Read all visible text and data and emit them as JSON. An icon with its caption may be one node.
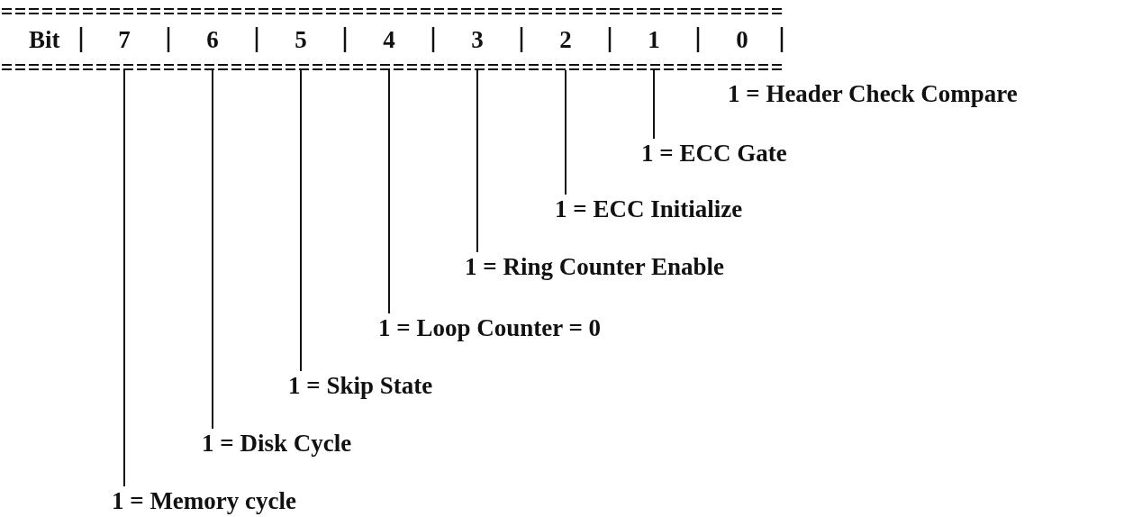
{
  "diagram": {
    "nodes": [
      {
        "text": [
          "7"
        ]
      },
      {
        "text": [
          "6"
        ]
      },
      {
        "text": [
          "5"
        ]
      },
      {
        "text": [
          "4"
        ]
      },
      {
        "text": [
          "3"
        ]
      },
      {
        "text": [
          "2"
        ]
      },
      {
        "text": [
          "1"
        ]
      },
      {
        "text": [
          "0"
        ]
      },
      {
        "text": [
          "1 = Header Check Compare"
        ]
      },
      {
        "text": [
          "1 = ECC Gate"
        ]
      },
      {
        "text": [
          "1 = ECC Initialize"
        ]
      },
      {
        "text": [
          "1 = Ring Counter Enable"
        ]
      },
      {
        "text": [
          "1 = Loop Counter = 0"
        ]
      },
      {
        "text": [
          "1 = Skip State"
        ]
      },
      {
        "text": [
          "1 = Disk Cycle"
        ]
      },
      {
        "text": [
          "1 = Memory cycle"
        ]
      }
    ],
    "edges": [
      {
        "from": 0,
        "to": 15,
        "arrow": "none"
      },
      {
        "from": 1,
        "to": 14,
        "arrow": "none"
      },
      {
        "from": 2,
        "to": 13,
        "arrow": "none"
      },
      {
        "from": 3,
        "to": 12,
        "arrow": "none"
      },
      {
        "from": 4,
        "to": 11,
        "arrow": "none"
      },
      {
        "from": 5,
        "to": 10,
        "arrow": "none"
      },
      {
        "from": 6,
        "to": 9,
        "arrow": "none"
      }
    ],
    "labels": [
      "Bit"
    ]
  }
}
